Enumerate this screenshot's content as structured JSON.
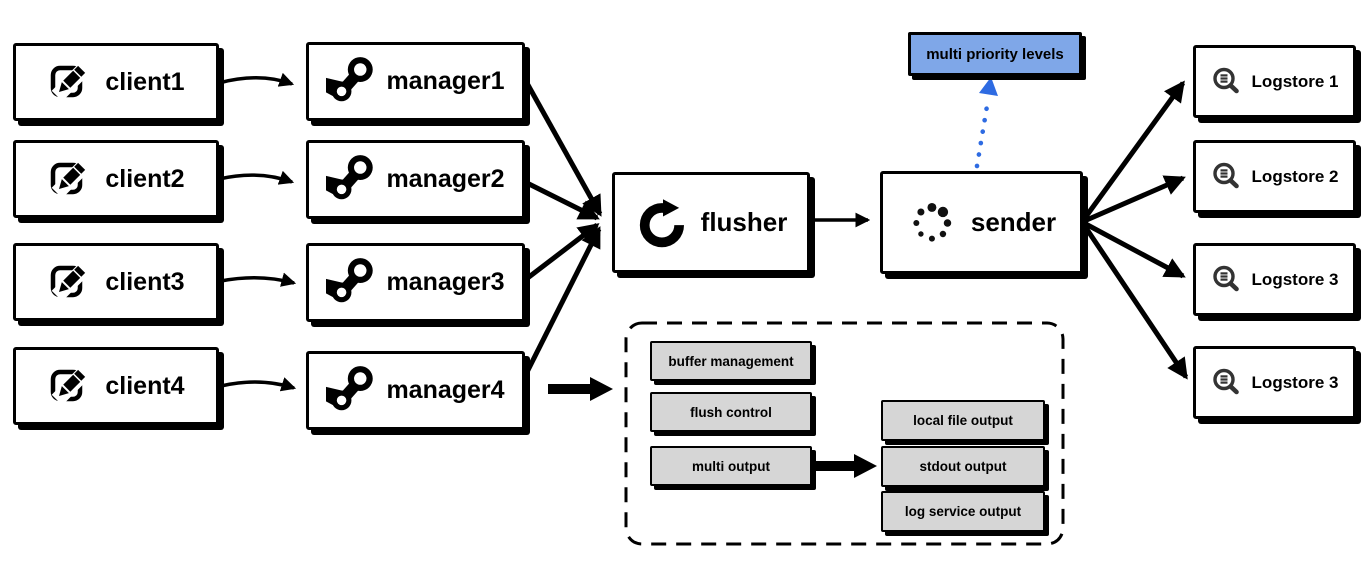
{
  "nodes": {
    "clients": [
      "client1",
      "client2",
      "client3",
      "client4"
    ],
    "managers": [
      "manager1",
      "manager2",
      "manager3",
      "manager4"
    ],
    "flusher": "flusher",
    "sender": "sender",
    "priority_note": "multi priority levels",
    "logstores": [
      "Logstore 1",
      "Logstore 2",
      "Logstore 3",
      "Logstore 3"
    ]
  },
  "features": [
    "buffer management",
    "flush control",
    "multi output"
  ],
  "outputs": [
    "local file output",
    "stdout output",
    "log service output"
  ],
  "icons": {
    "client": "edit-icon",
    "manager": "steam-icon",
    "flusher": "refresh-icon",
    "sender": "spinner-icon",
    "logstore": "log-search-icon"
  },
  "colors": {
    "note_blue": "#7fa7e8",
    "arrow_blue": "#2e6be2",
    "button_gray": "#d6d6d6",
    "ink": "#000000",
    "paper": "#ffffff"
  }
}
